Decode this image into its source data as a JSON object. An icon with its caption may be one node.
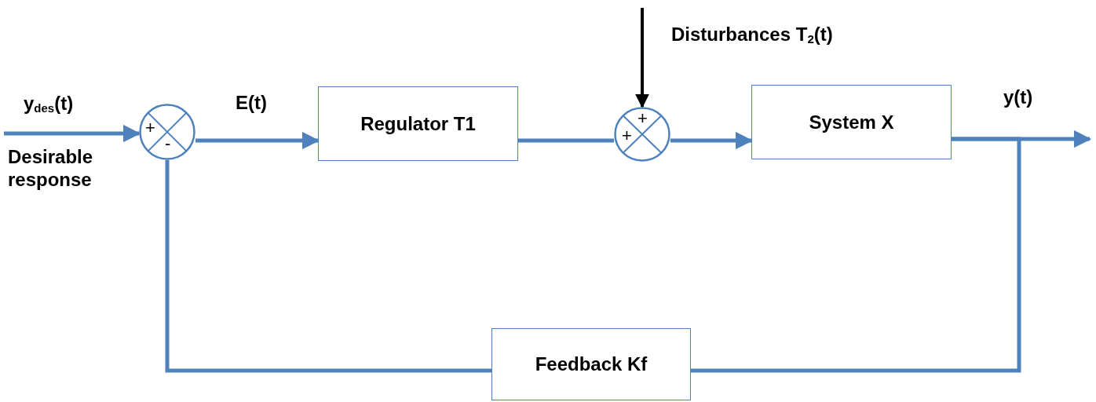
{
  "diagram": {
    "nodes": [
      {
        "text": [
          "+",
          "-"
        ]
      },
      {
        "text": [
          "Regulator T1"
        ]
      },
      {
        "text": [
          "+",
          "+"
        ]
      },
      {
        "text": [
          "System X"
        ]
      },
      {
        "text": [
          "Feedback Kf"
        ]
      }
    ],
    "edges": [
      {
        "from": null,
        "to": 0,
        "arrow": "to",
        "label": "y$_{des}$(t)"
      },
      {
        "from": 0,
        "to": 1,
        "arrow": "to",
        "label": "E(t)"
      },
      {
        "from": 1,
        "to": 2,
        "arrow": "none"
      },
      {
        "from": null,
        "to": 2,
        "arrow": "to",
        "label": "Disturbances T$_{2}$(t)",
        "color": "#000000"
      },
      {
        "from": 2,
        "to": 3,
        "arrow": "to"
      },
      {
        "from": 3,
        "to": null,
        "arrow": "to",
        "label": "y(t)"
      },
      {
        "from": 3,
        "to": 4,
        "arrow": "none"
      },
      {
        "from": 4,
        "to": 0,
        "arrow": "none"
      }
    ],
    "labels": [
      "Desirable response"
    ]
  }
}
